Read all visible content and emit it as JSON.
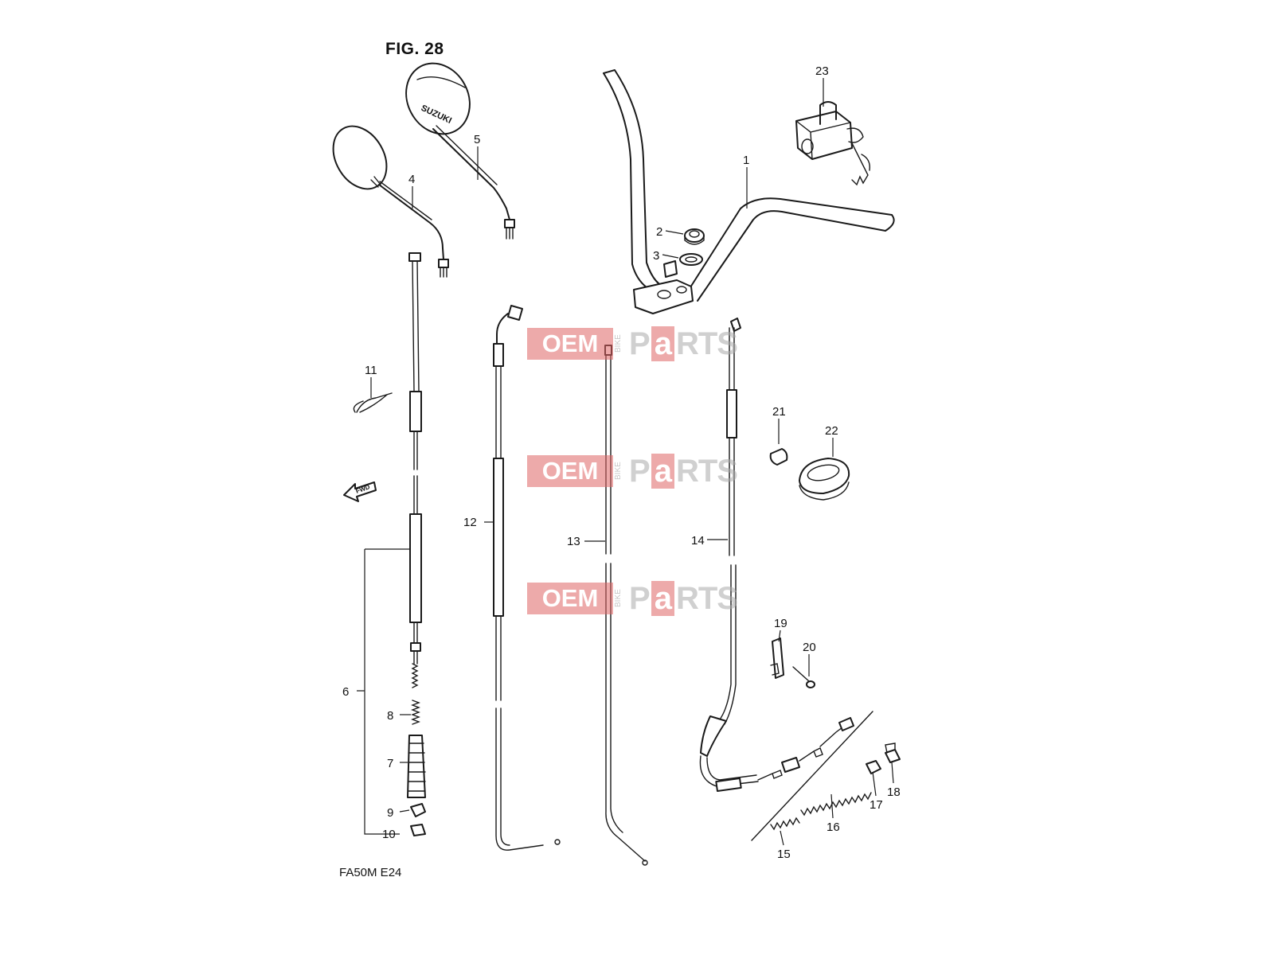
{
  "figure": {
    "title": "FIG. 28",
    "model_code": "FA50M  E24"
  },
  "watermark": {
    "oem": "OEM",
    "bike": "BIKE",
    "parts_pre": "P",
    "parts_a": "a",
    "parts_post": "RTS"
  },
  "mirror_brand": "SUZUKI",
  "direction_label": "FWD",
  "callouts": {
    "c1": "1",
    "c2": "2",
    "c3": "3",
    "c4": "4",
    "c5": "5",
    "c6": "6",
    "c7": "7",
    "c8": "8",
    "c9": "9",
    "c10": "10",
    "c11": "11",
    "c12": "12",
    "c13": "13",
    "c14": "14",
    "c15": "15",
    "c16": "16",
    "c17": "17",
    "c18": "18",
    "c19": "19",
    "c20": "20",
    "c21": "21",
    "c22": "22",
    "c23": "23"
  },
  "colors": {
    "watermark_red": "#e06565",
    "watermark_gray": "#aaaaaa",
    "line": "#1a1a1a"
  }
}
